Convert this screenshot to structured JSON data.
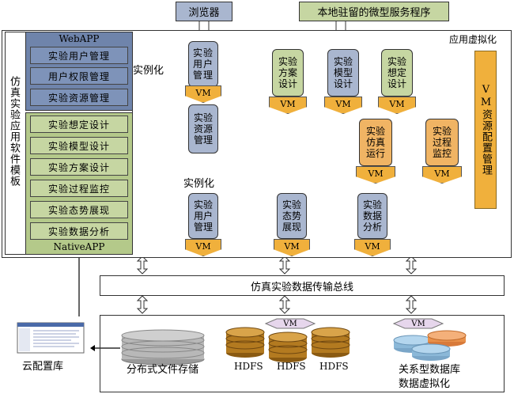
{
  "top": {
    "browser": "浏览器",
    "local_service": "本地驻留的微型服务程序"
  },
  "virtualization": {
    "label": "应用虚拟化",
    "vm_manager": "VM资源配置管理"
  },
  "template": {
    "side_label": "仿真实验应用软件模板",
    "web_title": "WebAPP",
    "web_items": [
      "实验用户管理",
      "用户权限管理",
      "实验资源管理"
    ],
    "native_items": [
      "实验想定设计",
      "实验模型设计",
      "实验方案设计",
      "实验过程监控",
      "实验态势展现",
      "实验数据分析"
    ],
    "native_title": "NativeAPP"
  },
  "instantiate": {
    "small": "实例化",
    "big": "实例化"
  },
  "vm_label": "VM",
  "services_web": [
    "实验用户管理",
    "实验资源管理"
  ],
  "services_native": {
    "user": "实验用户管理",
    "situation": "实验态势展现",
    "analysis": "实验数据分析",
    "plan": "实验方案设计",
    "model": "实验模型设计",
    "scenario": "实验想定设计",
    "run": "实验仿真运行",
    "monitor": "实验过程监控"
  },
  "bus": "仿真实验数据传输总线",
  "storage": {
    "dfs": "分布式文件存储",
    "hdfs": [
      "HDFS",
      "HDFS",
      "HDFS"
    ],
    "relational_line1": "关系型数据库",
    "relational_line2": "数据虚拟化",
    "config": "云配置库"
  },
  "colors": {
    "web": "#7e93b9",
    "native": "#c6d6a2",
    "vm": "#f0b03c",
    "service": "#a9b6cf"
  }
}
